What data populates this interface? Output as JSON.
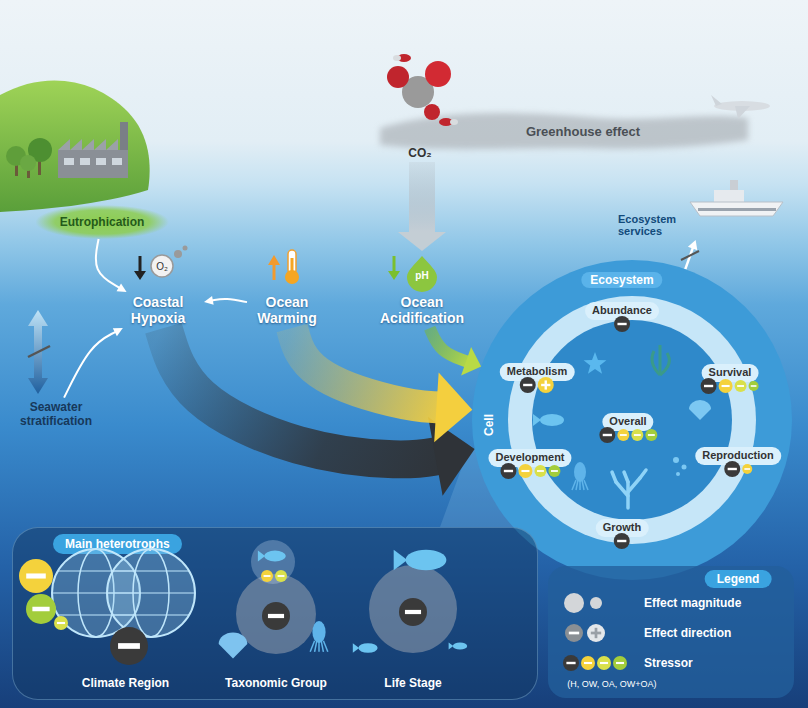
{
  "diagram": {
    "nodes": [
      {
        "text": [
          "Eutrophication"
        ]
      },
      {
        "text": [
          "Coastal Hypoxia"
        ]
      },
      {
        "text": [
          "Ocean Warming"
        ]
      },
      {
        "text": [
          "Ocean Acidification"
        ]
      },
      {
        "text": [
          "Seawater stratification"
        ]
      },
      {
        "text": [
          "Ecosystem services"
        ]
      },
      {
        "text": [
          "Ecosystem",
          "Cell"
        ]
      },
      {
        "text": [
          "Abundance"
        ],
        "in": 6
      },
      {
        "text": [
          "Metabolism"
        ],
        "in": 6
      },
      {
        "text": [
          "Survival"
        ],
        "in": 6
      },
      {
        "text": [
          "Overall"
        ],
        "in": 6
      },
      {
        "text": [
          "Development"
        ],
        "in": 6
      },
      {
        "text": [
          "Reproduction"
        ],
        "in": 6
      },
      {
        "text": [
          "Growth"
        ],
        "in": 6
      },
      {
        "text": [
          "Main heterotrophs"
        ]
      },
      {
        "text": [
          "Climate Region"
        ],
        "in": 14
      },
      {
        "text": [
          "Taxonomic Group"
        ],
        "in": 14
      },
      {
        "text": [
          "Life Stage"
        ],
        "in": 14
      }
    ],
    "edges": [
      {
        "from": 0,
        "to": 1,
        "arrow": "to"
      },
      {
        "from": 4,
        "to": 1,
        "arrow": "to"
      },
      {
        "from": 2,
        "to": 1,
        "arrow": "to"
      },
      {
        "from": 1,
        "to": 6,
        "arrow": "to"
      },
      {
        "from": 2,
        "to": 6,
        "arrow": "to"
      },
      {
        "from": 3,
        "to": 6,
        "arrow": "to"
      },
      {
        "from": 6,
        "to": 5,
        "arrow": "to"
      }
    ],
    "labels": [
      "Greenhouse effect",
      "CO₂",
      "O₂",
      "pH",
      "Legend",
      "(H, OW, OA, OW+OA)"
    ],
    "legend": [
      {
        "text": "Effect magnitude"
      },
      {
        "text": "Effect direction"
      },
      {
        "text": "Stressor"
      }
    ]
  }
}
